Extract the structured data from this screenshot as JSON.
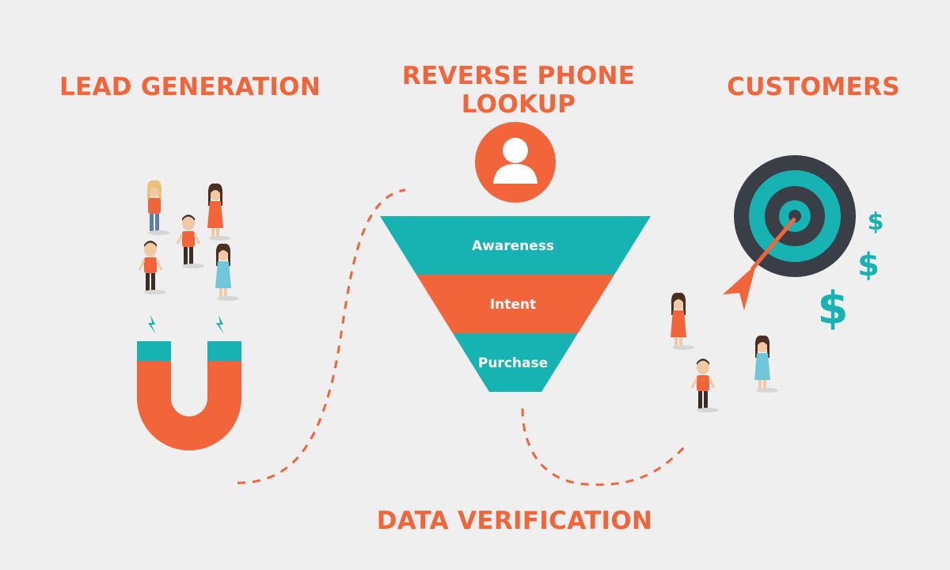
{
  "titles": {
    "lead_generation": "LEAD GENERATION",
    "reverse_phone_lookup": "REVERSE PHONE LOOKUP",
    "customers": "CUSTOMERS",
    "data_verification": "DATA VERIFICATION"
  },
  "funnel": {
    "stages": [
      "Awareness",
      "Intent",
      "Purchase"
    ]
  },
  "icons": {
    "lookup": "user-icon",
    "lead": "magnet-icon",
    "customers": "target-icon",
    "money": "dollar-icon"
  },
  "symbols": {
    "dollar": "$"
  },
  "colors": {
    "accent_orange": "#f2643a",
    "teal": "#17b3b3",
    "dark": "#3a3f47",
    "background": "#efefef"
  }
}
